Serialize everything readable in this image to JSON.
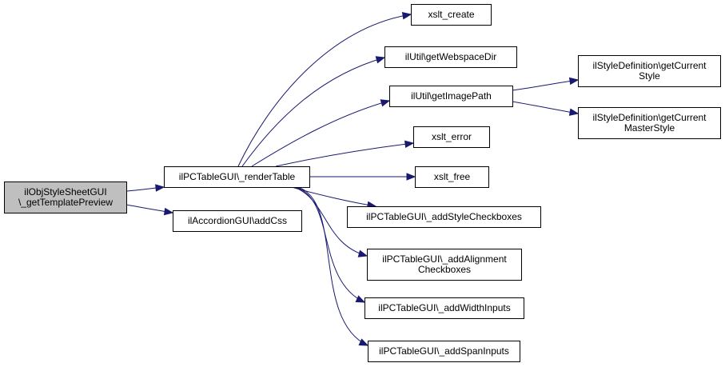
{
  "colors": {
    "edge": "#191970",
    "root_fill": "#bfbfbf",
    "node_fill": "#ffffff",
    "border": "#000000"
  },
  "nodes": [
    {
      "id": "getTemplatePreview",
      "lines": [
        "ilObjStyleSheetGUI",
        "\\_getTemplatePreview"
      ],
      "root": true
    },
    {
      "id": "renderTable",
      "lines": [
        "ilPCTableGUI\\_renderTable"
      ]
    },
    {
      "id": "addCss",
      "lines": [
        "ilAccordionGUI\\addCss"
      ]
    },
    {
      "id": "xslt_create",
      "lines": [
        "xslt_create"
      ]
    },
    {
      "id": "getWebspaceDir",
      "lines": [
        "ilUtil\\getWebspaceDir"
      ]
    },
    {
      "id": "getImagePath",
      "lines": [
        "ilUtil\\getImagePath"
      ]
    },
    {
      "id": "xslt_error",
      "lines": [
        "xslt_error"
      ]
    },
    {
      "id": "xslt_free",
      "lines": [
        "xslt_free"
      ]
    },
    {
      "id": "addStyleCheckboxes",
      "lines": [
        "ilPCTableGUI\\_addStyleCheckboxes"
      ]
    },
    {
      "id": "addAlignmentCheckboxes",
      "lines": [
        "ilPCTableGUI\\_addAlignment",
        "Checkboxes"
      ]
    },
    {
      "id": "addWidthInputs",
      "lines": [
        "ilPCTableGUI\\_addWidthInputs"
      ]
    },
    {
      "id": "addSpanInputs",
      "lines": [
        "ilPCTableGUI\\_addSpanInputs"
      ]
    },
    {
      "id": "getCurrentStyle",
      "lines": [
        "ilStyleDefinition\\getCurrent",
        "Style"
      ]
    },
    {
      "id": "getCurrentMasterStyle",
      "lines": [
        "ilStyleDefinition\\getCurrent",
        "MasterStyle"
      ]
    }
  ],
  "edges": [
    {
      "from": "getTemplatePreview",
      "to": "renderTable"
    },
    {
      "from": "getTemplatePreview",
      "to": "addCss"
    },
    {
      "from": "renderTable",
      "to": "xslt_create"
    },
    {
      "from": "renderTable",
      "to": "getWebspaceDir"
    },
    {
      "from": "renderTable",
      "to": "getImagePath"
    },
    {
      "from": "renderTable",
      "to": "xslt_error"
    },
    {
      "from": "renderTable",
      "to": "xslt_free"
    },
    {
      "from": "renderTable",
      "to": "addStyleCheckboxes"
    },
    {
      "from": "renderTable",
      "to": "addAlignmentCheckboxes"
    },
    {
      "from": "renderTable",
      "to": "addWidthInputs"
    },
    {
      "from": "renderTable",
      "to": "addSpanInputs"
    },
    {
      "from": "getImagePath",
      "to": "getCurrentStyle"
    },
    {
      "from": "getImagePath",
      "to": "getCurrentMasterStyle"
    }
  ]
}
